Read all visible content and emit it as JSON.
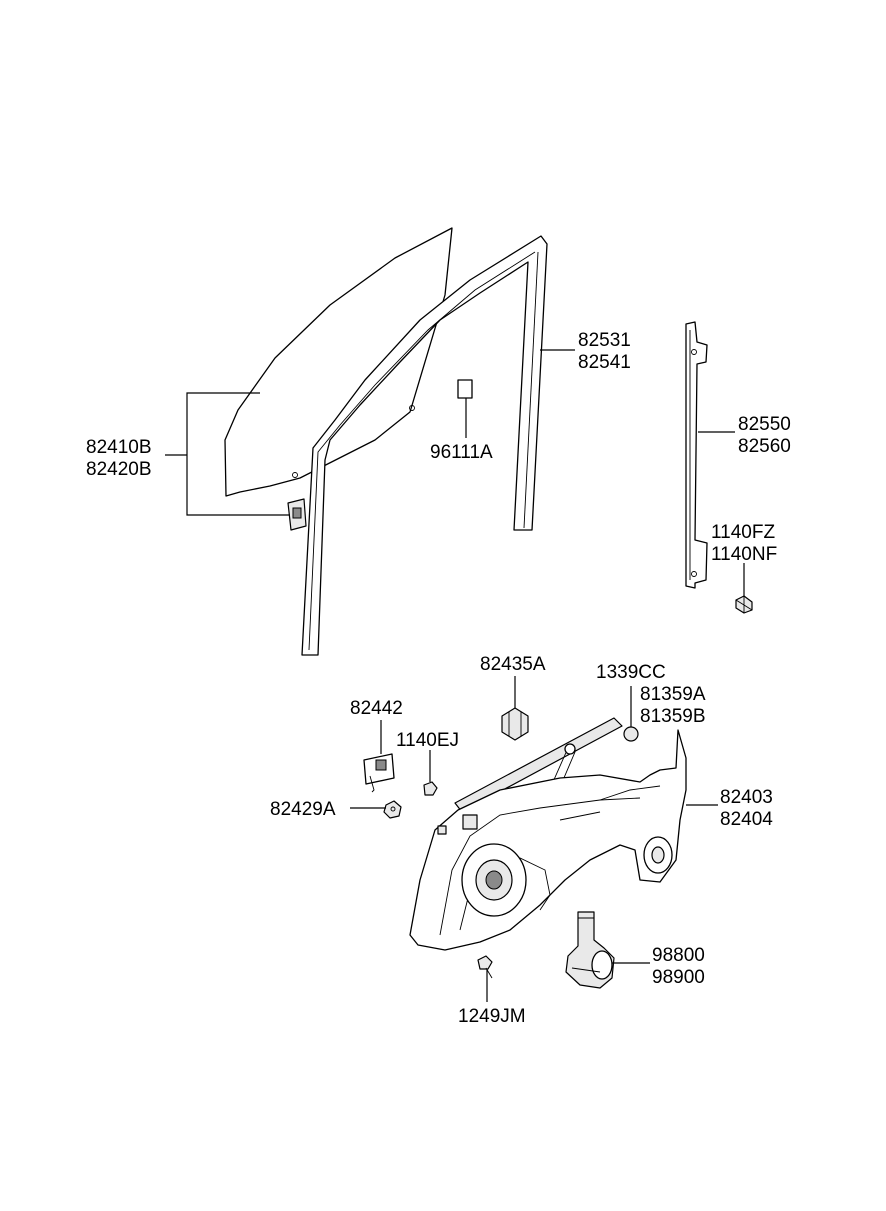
{
  "labels": {
    "door_glass": [
      "82410B",
      "82420B"
    ],
    "glass_run_channel": [
      "82531",
      "82541"
    ],
    "label_sticker": [
      "96111A"
    ],
    "rear_channel": [
      "82550",
      "82560"
    ],
    "channel_bolt": [
      "1140FZ",
      "1140NF"
    ],
    "clip_a": [
      "82435A"
    ],
    "nut": [
      "1339CC"
    ],
    "grommet": [
      "81359A",
      "81359B"
    ],
    "glass_holder": [
      "82442"
    ],
    "holder_bolt": [
      "1140EJ"
    ],
    "screw": [
      "82429A"
    ],
    "window_regulator": [
      "82403",
      "82404"
    ],
    "regulator_motor": [
      "98800",
      "98900"
    ],
    "regulator_bolt": [
      "1249JM"
    ]
  }
}
